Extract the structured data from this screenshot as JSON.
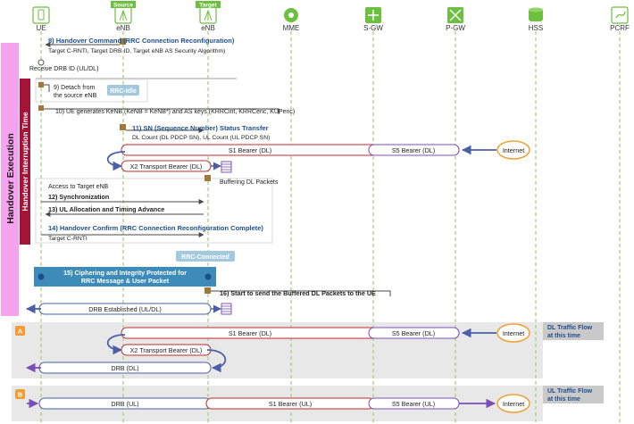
{
  "entities": [
    {
      "label": "UE",
      "icon": "phone-icon"
    },
    {
      "label": "eNB",
      "tag": "Source",
      "icon": "antenna-icon"
    },
    {
      "label": "eNB",
      "tag": "Target",
      "icon": "antenna-icon"
    },
    {
      "label": "MME",
      "icon": "gear-icon"
    },
    {
      "label": "S-GW",
      "icon": "gateway-icon"
    },
    {
      "label": "P-GW",
      "icon": "gateway-icon"
    },
    {
      "label": "HSS",
      "icon": "database-icon"
    },
    {
      "label": "PCRF",
      "icon": "policy-icon"
    }
  ],
  "phases": {
    "handover_execution": "Handover Execution",
    "interruption_time": "Handover Interruption Time"
  },
  "steps": {
    "s8_title": "8) Handover Command (RRC Connection Reconfiguration)",
    "s8_detail": "Target C-RNTI, Target DRB ID, Target eNB AS Security Algorithm)",
    "receive_drb": "Receive DRB ID (UL/DL)",
    "s9_line1": "9) Detach from",
    "s9_line2": "the source eNB",
    "rrc_idle": "RRC-Idle",
    "s10": "10) UE generates KeNB (KeNB = KeNB*) and AS keys (KRRCint, KRRCenc, KUPenc)",
    "s11_title": "11) SN (Sequence Number) Status Transfer",
    "s11_detail": "DL Count (DL PDCP SN), UL Count (UL PDCP SN)",
    "buffering": "Buffering DL Packets",
    "access_target": "Access to Target eNB",
    "s12": "12) Synchronization",
    "s13": "13) UL Allocation and Timing Advance",
    "s14_title": "14) Handover Confirm (RRC Connection Reconfiguration Complete)",
    "s14_detail": "Target C-RNTI",
    "rrc_connected": "RRC-Connected",
    "s15_line1": "15) Ciphering and Integrity Protected for",
    "s15_line2": "RRC Message & User Packet",
    "s16": "16) Start to send the Buffered DL Packets to the UE",
    "drb_established": "DRB Established (UL/DL)"
  },
  "bearers": {
    "s1_dl": "S1 Bearer (DL)",
    "s5_dl": "S5 Bearer (DL)",
    "x2_dl": "X2 Transport Bearer (DL)",
    "drb_dl": "DRB (DL)",
    "drb_ul": "DRB (UL)",
    "s1_ul": "S1 Bearer (UL)",
    "s5_ul": "S5 Bearer (UL)",
    "internet": "Internet"
  },
  "flows": {
    "a_badge": "A",
    "a_label_line1": "DL Traffic Flow",
    "a_label_line2": "at this time",
    "b_badge": "B",
    "b_label_line1": "UL Traffic Flow",
    "b_label_line2": "at this time"
  },
  "colors": {
    "lifeline": "#9fd07a",
    "message": "#4a4a4a",
    "title_blue": "#1f4e8c",
    "exec_pink": "#f5a3ee",
    "interrupt_red": "#a31436",
    "s1_red": "#c0282e",
    "s5_purple": "#7b4fb8",
    "drb_blue": "#4a5fa8",
    "internet_orange": "#f0a030",
    "teal_box": "#3d8bb8",
    "badge_orange": "#f39c32",
    "flow_gray": "#e8e8e8",
    "label_gray": "#c9c9c9"
  }
}
